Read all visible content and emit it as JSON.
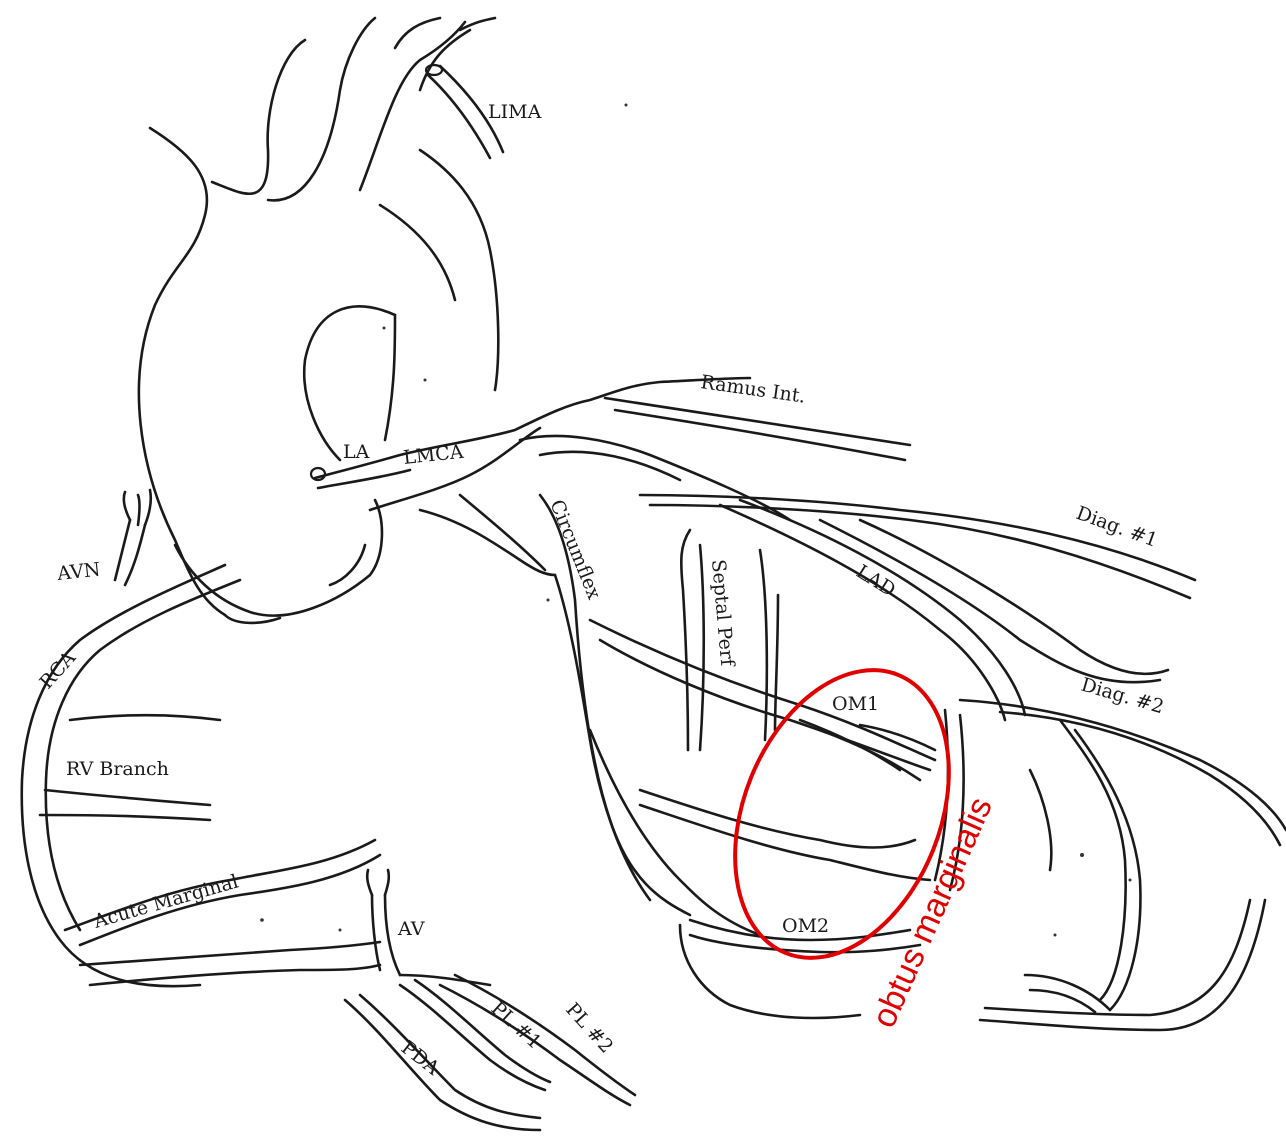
{
  "labels": {
    "lima": "LIMA",
    "ramus": "Ramus Int.",
    "la": "LA",
    "lmca": "LMCA",
    "avn": "AVN",
    "circumflex": "Circumflex",
    "septal": "Septal Perf",
    "lad": "LAD",
    "diag1": "Diag. #1",
    "diag2": "Diag. #2",
    "rca": "RCA",
    "om1": "OM1",
    "om2": "OM2",
    "rv_branch": "RV Branch",
    "acute_marginal": "Acute Marginal",
    "av": "AV",
    "pda": "PDA",
    "pl1": "PL #1",
    "pl2": "PL #2"
  },
  "annotation": {
    "text": "obtus marginalis",
    "color": "#e00000"
  },
  "colors": {
    "line": "#1a1a1a",
    "highlight": "#e00000",
    "background": "#ffffff"
  }
}
